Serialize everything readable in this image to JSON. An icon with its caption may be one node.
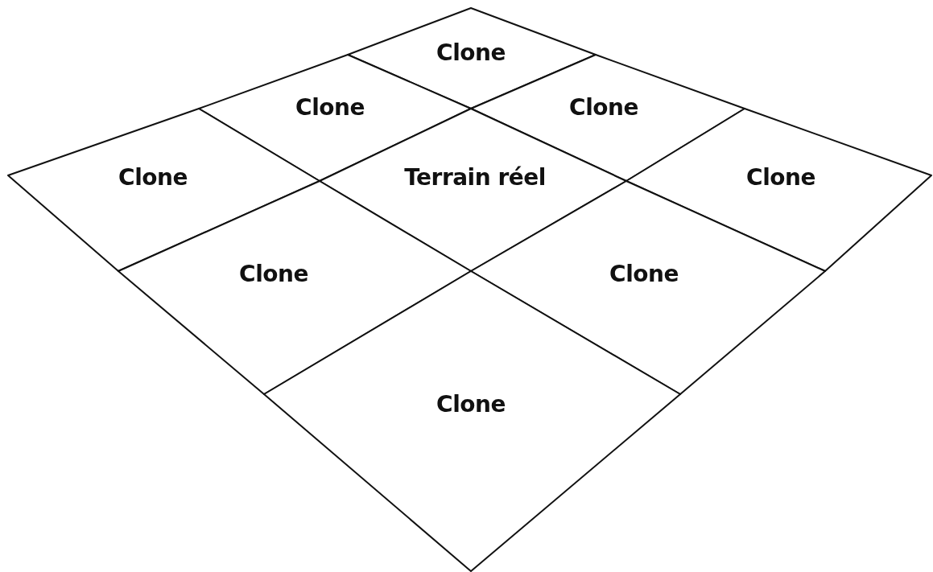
{
  "diagram": {
    "nodes": [
      {
        "text": [
          "Clone"
        ]
      },
      {
        "text": [
          "Clone"
        ]
      },
      {
        "text": [
          "Clone"
        ]
      },
      {
        "text": [
          "Clone"
        ]
      },
      {
        "text": [
          "Terrain réel"
        ]
      },
      {
        "text": [
          "Clone"
        ]
      },
      {
        "text": [
          "Clone"
        ]
      },
      {
        "text": [
          "Clone"
        ]
      },
      {
        "text": [
          "Clone"
        ]
      }
    ]
  }
}
